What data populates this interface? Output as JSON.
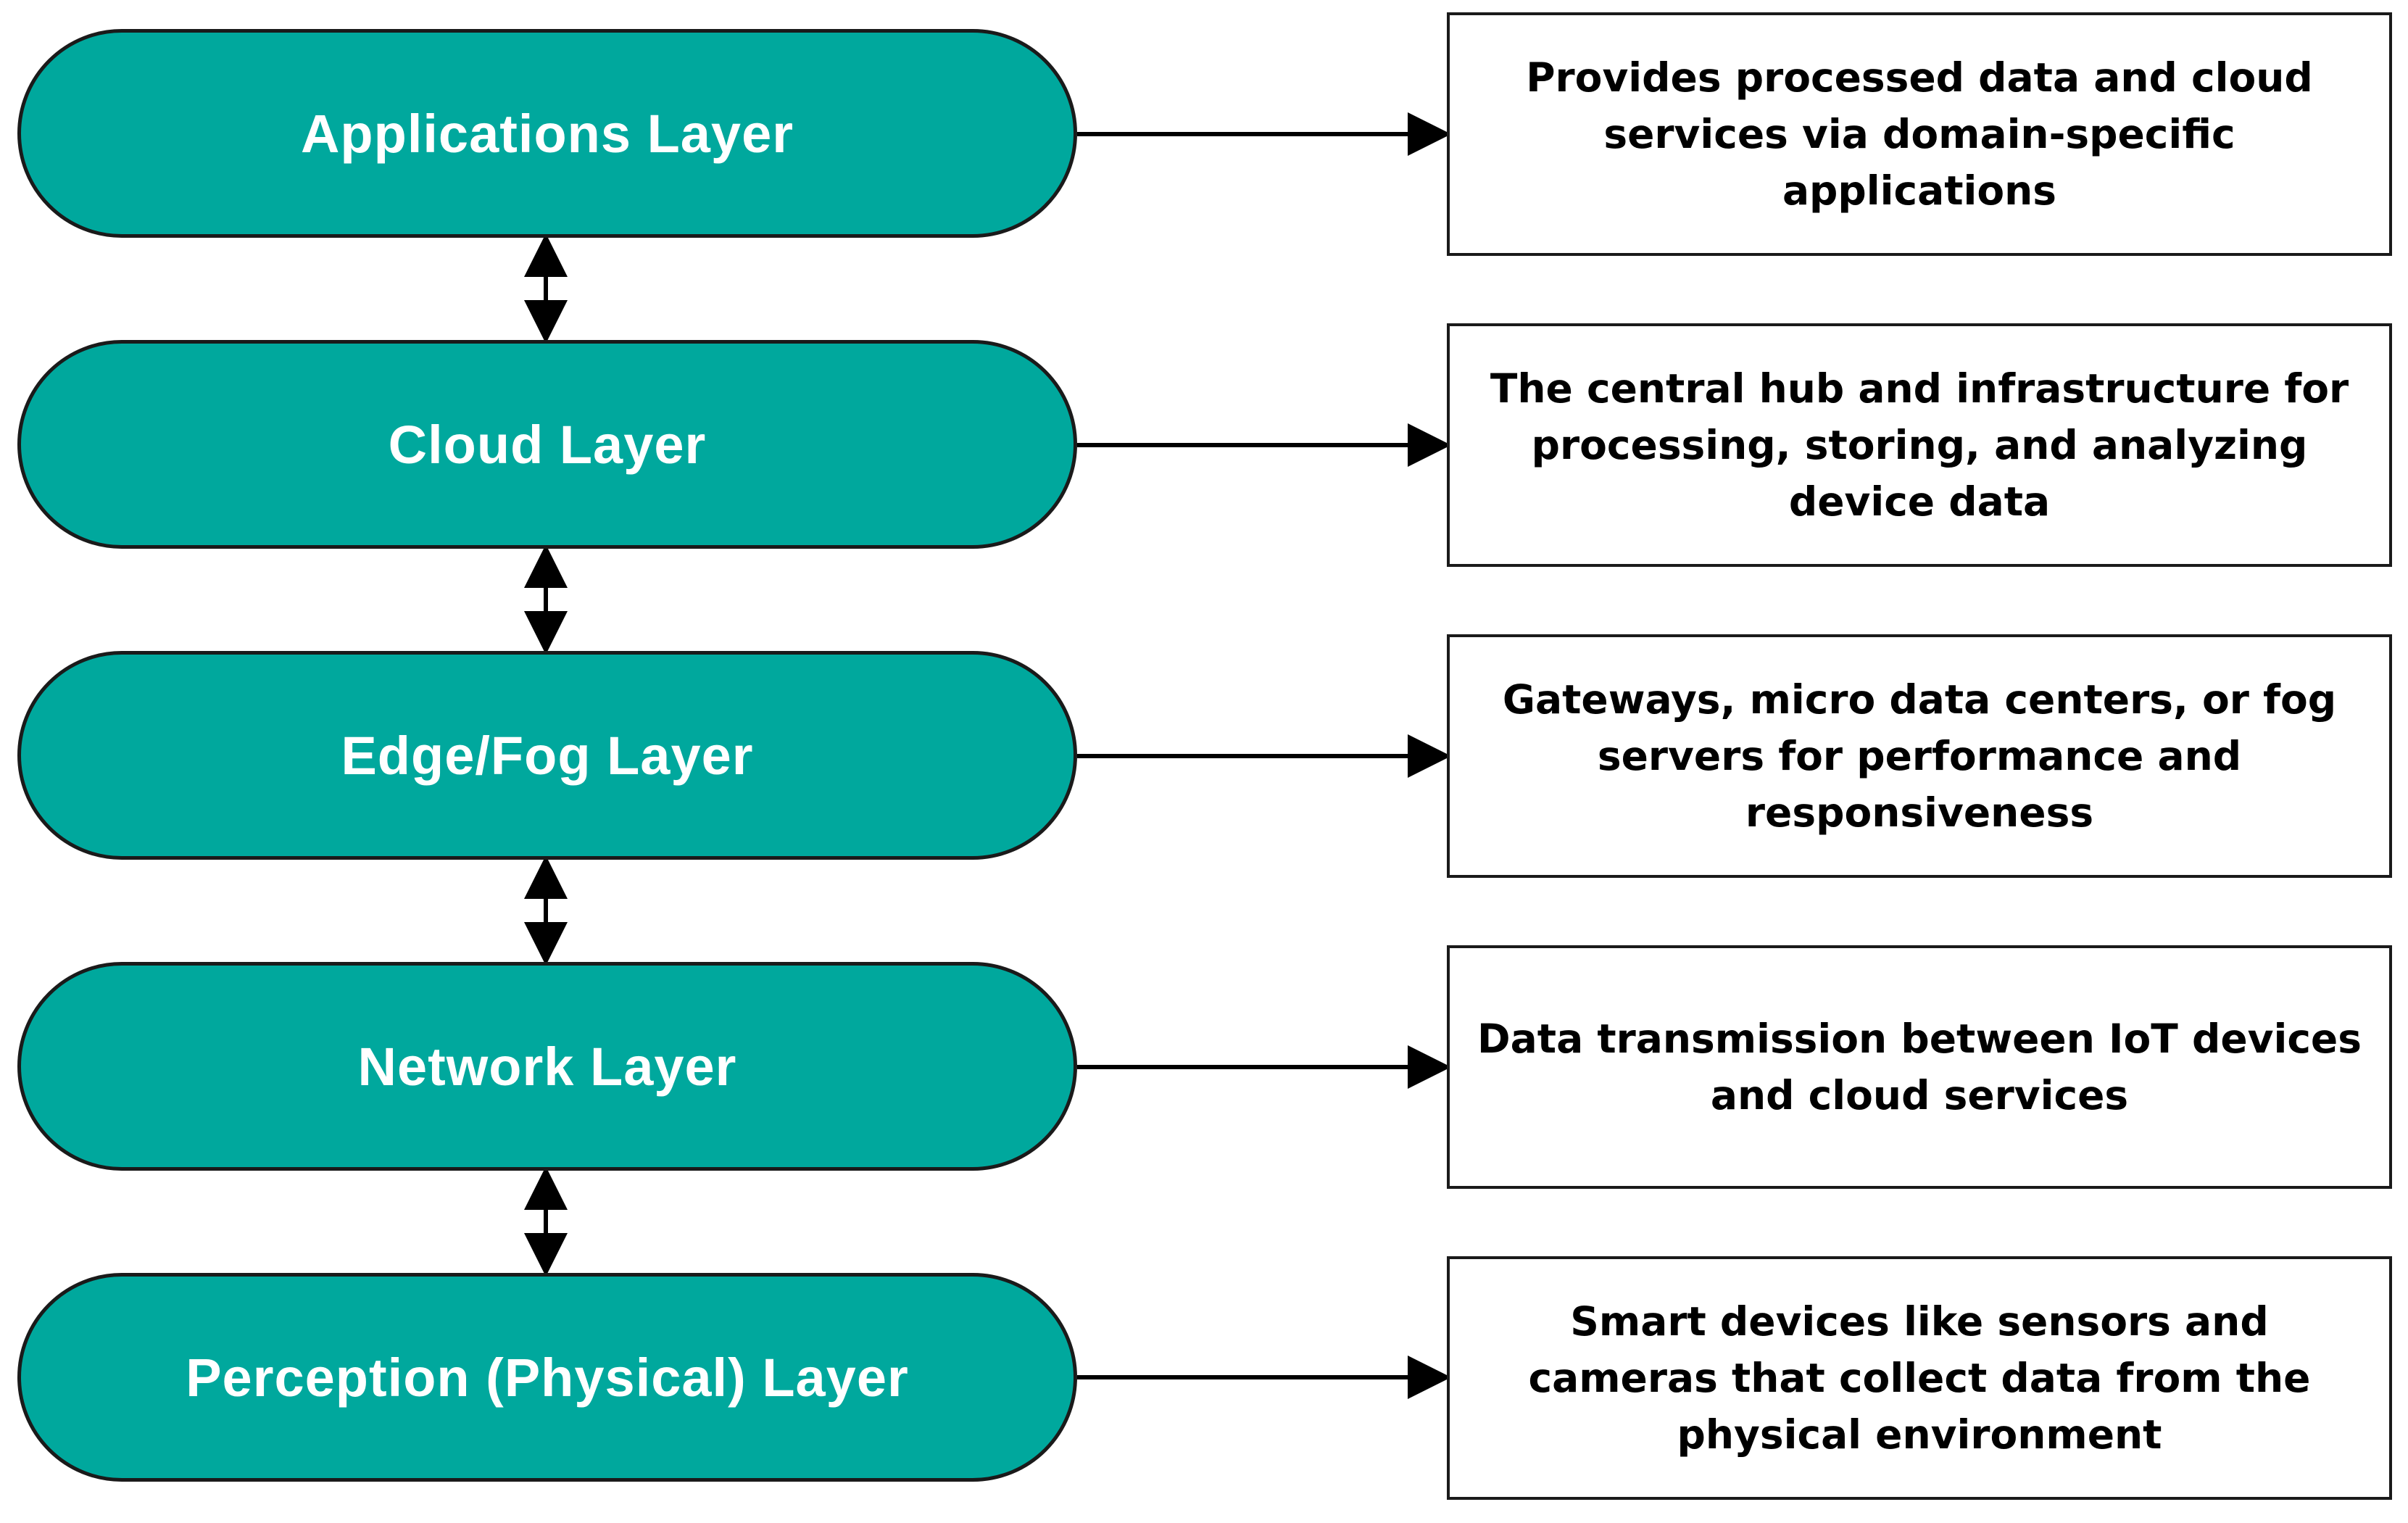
{
  "layers": [
    {
      "label": "Applications Layer",
      "description": "Provides processed data and cloud services via domain-specific applications"
    },
    {
      "label": "Cloud Layer",
      "description": "The central hub and infrastructure for processing, storing, and analyzing device data"
    },
    {
      "label": "Edge/Fog Layer",
      "description": "Gateways, micro data centers, or fog servers for performance and responsiveness"
    },
    {
      "label": "Network Layer",
      "description": "Data transmission between IoT devices and cloud services"
    },
    {
      "label": "Perception (Physical) Layer",
      "description": "Smart devices like sensors and cameras that collect data from the physical environment"
    }
  ],
  "colors": {
    "layer_fill": "#00a89d",
    "layer_text": "#ffffff",
    "outline": "#1a1a1a",
    "description_text": "#000000"
  }
}
